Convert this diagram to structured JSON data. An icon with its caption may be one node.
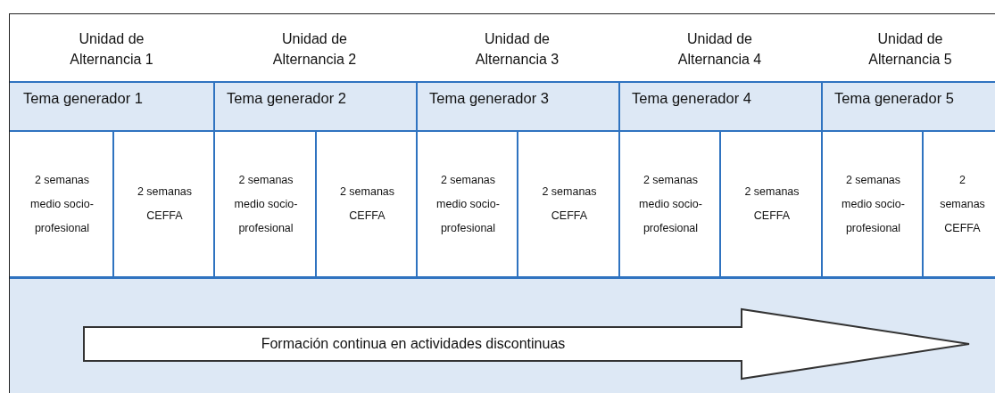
{
  "diagram": {
    "nodes": [
      {
        "text": [
          "Formación continua en actividades discontinuas"
        ]
      }
    ],
    "labels": [
      "Unidad de Alternancia 1",
      "Unidad de Alternancia 2",
      "Unidad de Alternancia 3",
      "Unidad de Alternancia 4",
      "Unidad de Alternancia 5",
      "Tema generador 1",
      "Tema generador 2",
      "Tema generador 3",
      "Tema generador 4",
      "Tema generador 5",
      "2 semanas medio socio-profesional",
      "2 semanas CEFFA",
      "2 semanas medio socio-profesional",
      "2 semanas CEFFA",
      "2 semanas medio socio-profesional",
      "2 semanas CEFFA",
      "2 semanas medio socio-profesional",
      "2 semanas CEFFA",
      "2 semanas medio socio-profesional",
      "2 semanas CEFFA"
    ]
  }
}
